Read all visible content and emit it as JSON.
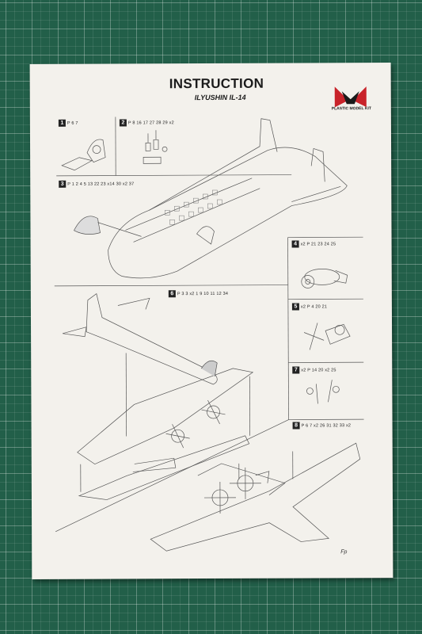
{
  "photo": {
    "subject": "plastic model kit instruction sheet on cutting mat",
    "mat_color": "#225f49",
    "paper_color": "#f3f1ec"
  },
  "header": {
    "title": "INSTRUCTION",
    "subtitle": "ILYUSHIN IL-14",
    "logo_text": "PLASTIC MODEL KIT",
    "logo_colors": [
      "#c8232a",
      "#1a1a1a",
      "#ffffff"
    ]
  },
  "steps": [
    {
      "number": "1",
      "parts": "P 6 7"
    },
    {
      "number": "2",
      "parts": "P 8 16 17 27 28 29 x2"
    },
    {
      "number": "3",
      "parts": "P 1 2 4 5 13 22 23 x14 30 x2 37"
    },
    {
      "number": "4",
      "parts": "x2 P 21 23 24 25"
    },
    {
      "number": "5",
      "parts": "x2 P 4 20 21"
    },
    {
      "number": "6",
      "parts": "P 3 3 x2 1 9 10 11 12 34"
    },
    {
      "number": "7",
      "parts": "x2 P 14 20 x2 25"
    },
    {
      "number": "8",
      "parts": "P 6 7 x2 26 31 32 33 x2"
    }
  ],
  "footer": {
    "signature": "Fp"
  }
}
